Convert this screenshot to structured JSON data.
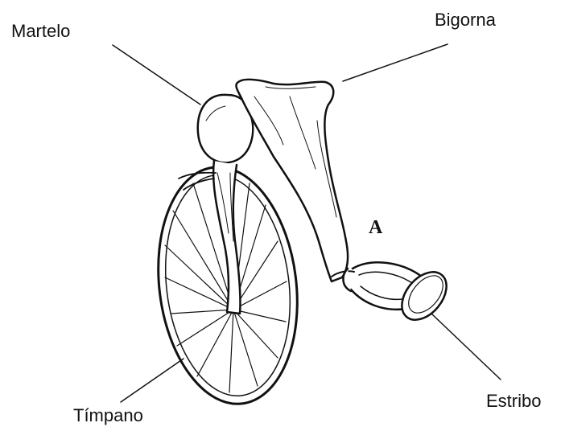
{
  "labels": {
    "martelo": "Martelo",
    "bigorna": "Bigorna",
    "estribo": "Estribo",
    "timpano": "Tímpano",
    "marker": "A"
  },
  "colors": {
    "ink": "#111111",
    "paper": "#ffffff"
  }
}
